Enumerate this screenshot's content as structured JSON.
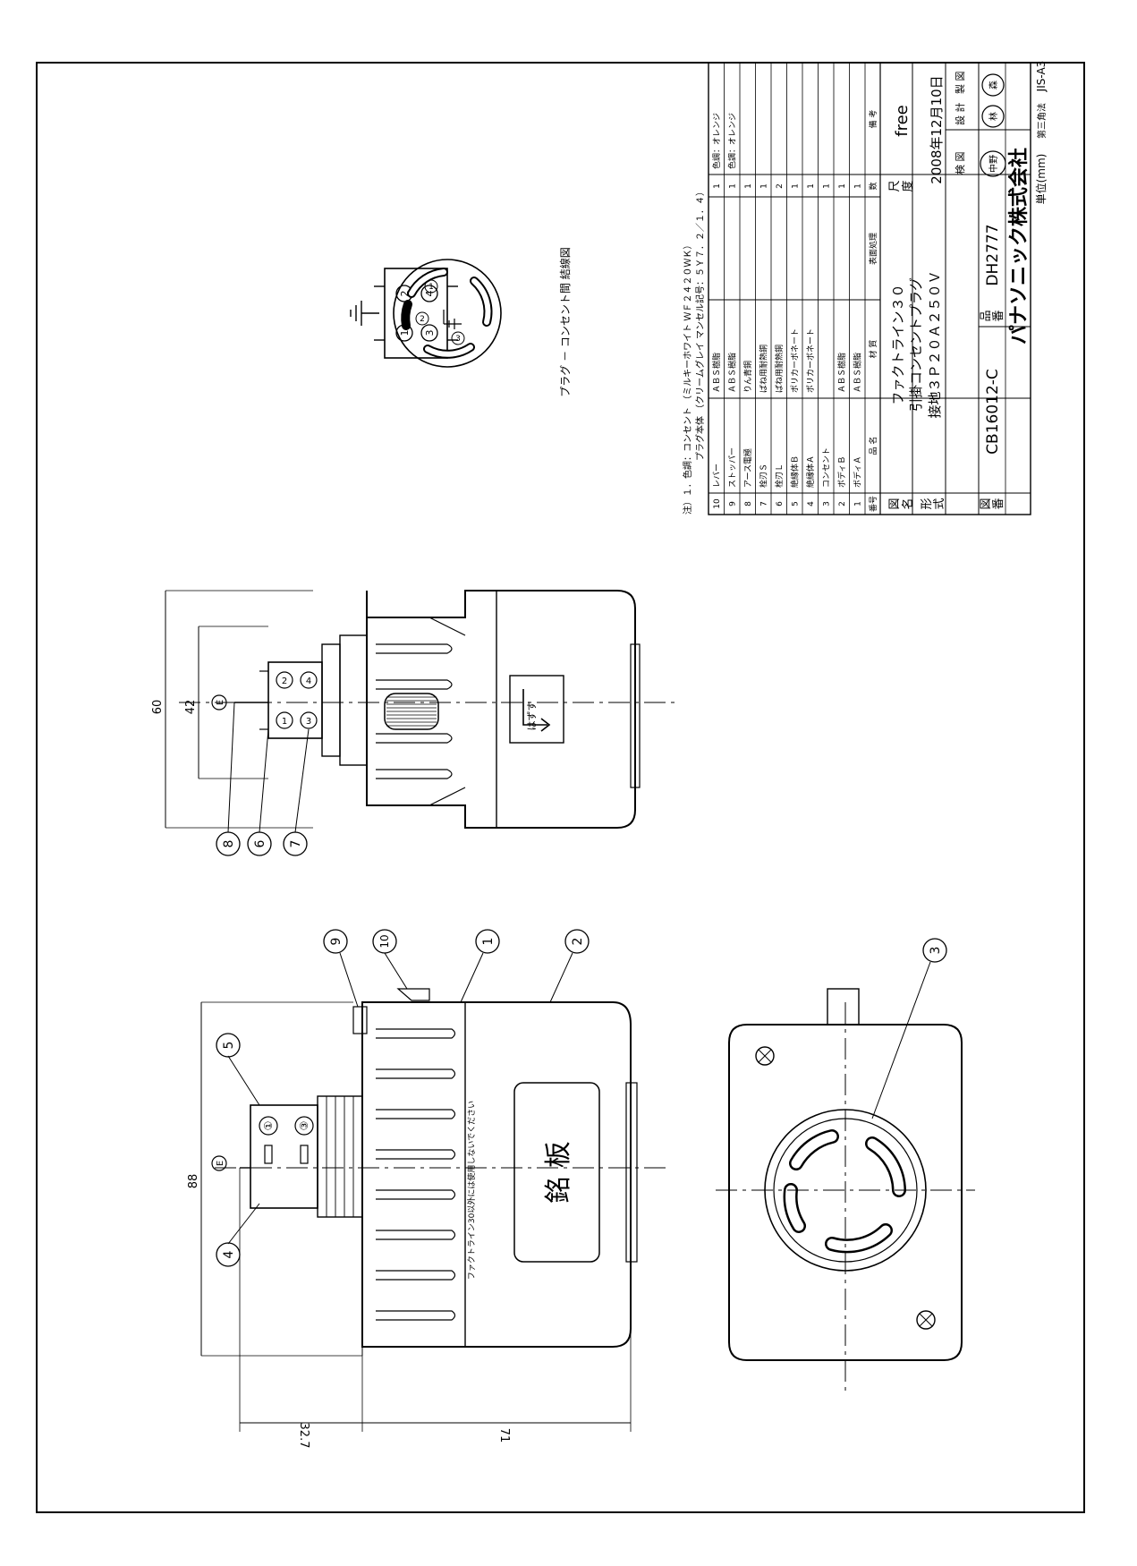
{
  "title_block": {
    "company": "パナソニック株式会社",
    "unit": "単位(mm)",
    "projection": "第三角法",
    "paper": "JIS-A3",
    "name_label_1": "図",
    "name_label_2": "名",
    "name_line_1": "ファクトライン３０",
    "name_line_2": "引掛コンセントプラグ",
    "model_label_1": "形",
    "model_label_2": "式",
    "model": "接地３Ｐ２０Ａ２５０Ｖ",
    "drawing_label_1": "図",
    "drawing_label_2": "番",
    "drawing_no": "CB16012-C",
    "product_label_1": "品",
    "product_label_2": "番",
    "product_no": "DH2777",
    "scale_label_1": "尺",
    "scale_label_2": "度",
    "scale_value": "free",
    "date": "2008年12月10日",
    "check_label": "検 図",
    "design_label": "設 計",
    "make_label": "製 図",
    "stamp_check": "中野",
    "stamp_design": "林",
    "stamp_make": "森"
  },
  "parts_header": {
    "no": "番号",
    "name": "品 名",
    "material": "材 質",
    "finish": "表面処理",
    "qty": "数",
    "remark": "備 考"
  },
  "parts": [
    {
      "no": "10",
      "name": "レバー",
      "material": "ＡＢＳ樹脂",
      "finish": "",
      "qty": "1",
      "remark": "色調：オレンジ"
    },
    {
      "no": "9",
      "name": "ストッパー",
      "material": "ＡＢＳ樹脂",
      "finish": "",
      "qty": "1",
      "remark": "色調：オレンジ"
    },
    {
      "no": "8",
      "name": "アース電極",
      "material": "りん青銅",
      "finish": "",
      "qty": "1",
      "remark": ""
    },
    {
      "no": "7",
      "name": "栓刃Ｓ",
      "material": "ばね用耐熱銅",
      "finish": "",
      "qty": "1",
      "remark": ""
    },
    {
      "no": "6",
      "name": "栓刃Ｌ",
      "material": "ばね用耐熱銅",
      "finish": "",
      "qty": "2",
      "remark": ""
    },
    {
      "no": "5",
      "name": "絶縁体Ｂ",
      "material": "ポリカーボネート",
      "finish": "",
      "qty": "1",
      "remark": ""
    },
    {
      "no": "4",
      "name": "絶縁体Ａ",
      "material": "ポリカーボネート",
      "finish": "",
      "qty": "1",
      "remark": ""
    },
    {
      "no": "3",
      "name": "コンセント",
      "material": "",
      "finish": "",
      "qty": "1",
      "remark": ""
    },
    {
      "no": "2",
      "name": "ボディＢ",
      "material": "ＡＢＳ樹脂",
      "finish": "",
      "qty": "1",
      "remark": ""
    },
    {
      "no": "1",
      "name": "ボディＡ",
      "material": "ＡＢＳ樹脂",
      "finish": "",
      "qty": "1",
      "remark": ""
    }
  ],
  "notes": {
    "line_1": "注）１．色調：コンセント （ミルキーホワイト ＷＦ２４２０ＷＫ）",
    "line_2": "プラグ本体 （クリームグレイ マンセル記号：５Ｙ７．２／１．４）"
  },
  "connection": {
    "caption": "プラグ － コンセント間 結線図",
    "terminals": [
      "①",
      "②",
      "③",
      "④"
    ],
    "socket_numbers": [
      "1",
      "2",
      "3"
    ]
  },
  "side_view": {
    "dim_overall": "60",
    "dim_inner": "42",
    "earth_mark": "E",
    "pins": [
      "①",
      "②",
      "③",
      "④"
    ],
    "callouts": [
      "8",
      "6",
      "7"
    ],
    "release_label": "はずす"
  },
  "front_view": {
    "dim_overall": "88",
    "dim_body": "71",
    "dim_pin": "32.7",
    "earth_mark": "E",
    "pins": [
      "①",
      "③"
    ],
    "callouts": [
      "5",
      "4",
      "9",
      "10",
      "1",
      "2"
    ],
    "nameplate": "銘 板",
    "warning": "ファクトライン30以外には使用しないでください"
  },
  "face_view": {
    "callouts": [
      "3"
    ]
  }
}
